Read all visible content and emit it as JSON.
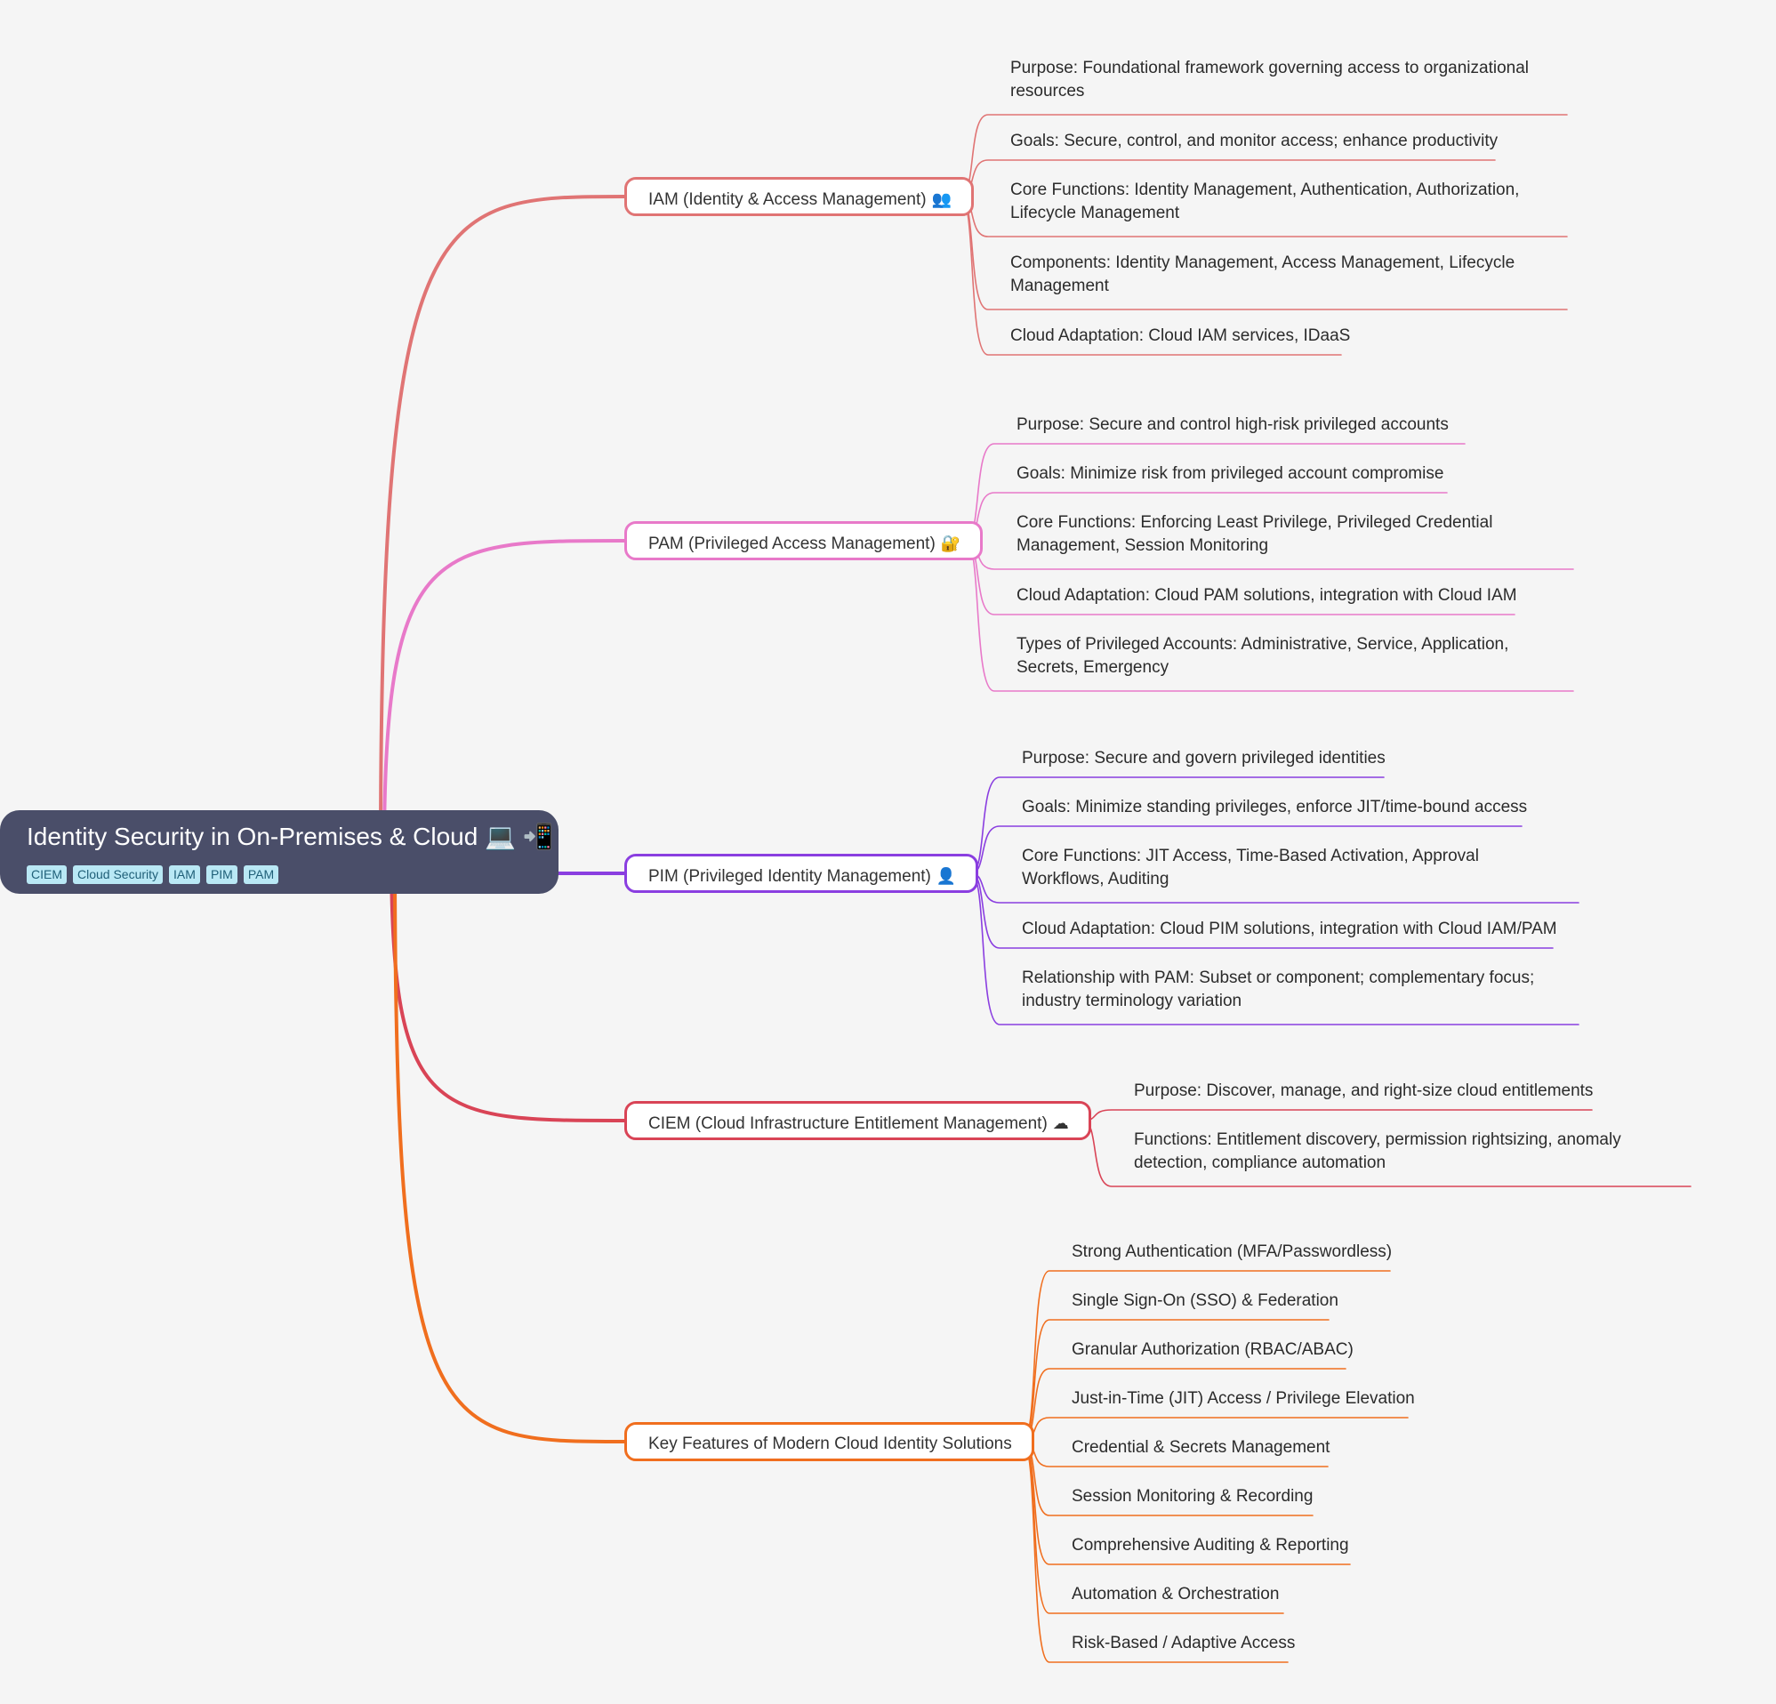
{
  "root": {
    "title": "Identity Security in On-Premises & Cloud 💻 📲",
    "tags": [
      "CIEM",
      "Cloud Security",
      "IAM",
      "PIM",
      "PAM"
    ],
    "color": "#4a4e69"
  },
  "branches": [
    {
      "key": "iam",
      "label": "IAM (Identity & Access Management)",
      "icon": "👥",
      "icon_name": "people-icon",
      "color": "#e07474",
      "leaves": [
        "Purpose: Foundational framework governing access to organizational resources",
        "Goals: Secure, control, and monitor access; enhance productivity",
        "Core Functions: Identity Management, Authentication, Authorization, Lifecycle Management",
        "Components: Identity Management, Access Management, Lifecycle Management",
        "Cloud Adaptation: Cloud IAM services, IDaaS"
      ]
    },
    {
      "key": "pam",
      "label": "PAM (Privileged Access Management)",
      "icon": "🔐",
      "icon_name": "lock-key-icon",
      "color": "#e879c9",
      "leaves": [
        "Purpose: Secure and control high-risk privileged accounts",
        "Goals: Minimize risk from privileged account compromise",
        "Core Functions: Enforcing Least Privilege, Privileged Credential Management, Session Monitoring",
        "Cloud Adaptation: Cloud PAM solutions, integration with Cloud IAM",
        "Types of Privileged Accounts: Administrative, Service, Application, Secrets, Emergency"
      ]
    },
    {
      "key": "pim",
      "label": "PIM (Privileged Identity Management)",
      "icon": "👤",
      "icon_name": "user-icon",
      "color": "#8a3ee0",
      "leaves": [
        "Purpose: Secure and govern privileged identities",
        "Goals: Minimize standing privileges, enforce JIT/time-bound access",
        "Core Functions: JIT Access, Time-Based Activation, Approval Workflows, Auditing",
        "Cloud Adaptation: Cloud PIM solutions, integration with Cloud IAM/PAM",
        "Relationship with PAM: Subset or component; complementary focus; industry terminology variation"
      ]
    },
    {
      "key": "ciem",
      "label": "CIEM (Cloud Infrastructure Entitlement Management)",
      "icon": "☁",
      "icon_name": "cloud-icon",
      "color": "#d94456",
      "leaves": [
        "Purpose: Discover, manage, and right-size cloud entitlements",
        "Functions: Entitlement discovery, permission rightsizing, anomaly detection, compliance automation"
      ]
    },
    {
      "key": "features",
      "label": "Key Features of Modern Cloud Identity Solutions",
      "icon": "",
      "icon_name": "",
      "color": "#f06e1e",
      "leaves": [
        "Strong Authentication (MFA/Passwordless)",
        "Single Sign-On (SSO) & Federation",
        "Granular Authorization (RBAC/ABAC)",
        "Just-in-Time (JIT) Access / Privilege Elevation",
        "Credential & Secrets Management",
        "Session Monitoring & Recording",
        "Comprehensive Auditing & Reporting",
        "Automation & Orchestration",
        "Risk-Based / Adaptive Access"
      ]
    }
  ]
}
